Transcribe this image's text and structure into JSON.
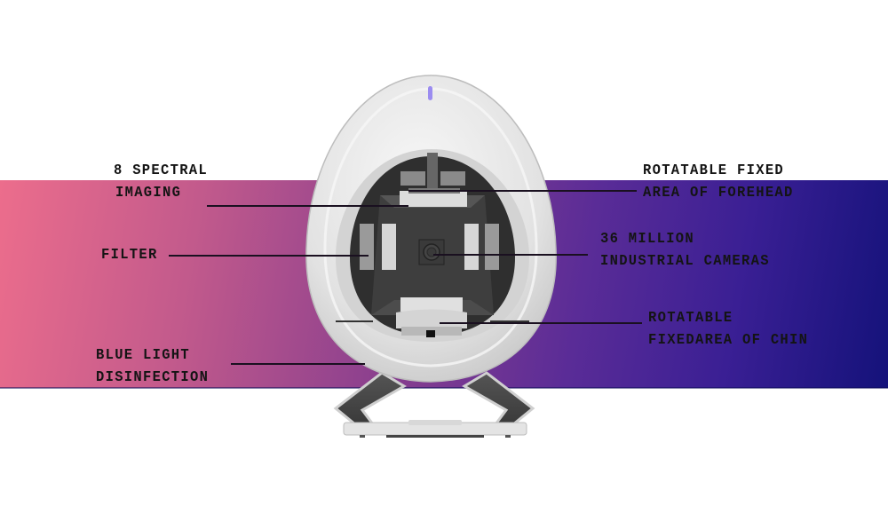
{
  "diagram": {
    "title": "Skin analyzer device feature callouts",
    "background_band": {
      "gradient_start": "#ec6d8c",
      "gradient_mid": "#8a3f8e",
      "gradient_end": "#14127a"
    },
    "device": {
      "shell_color": "#e6e6e6",
      "cavity_color": "#3a3a3a",
      "indicator_color": "#9b8cf0"
    },
    "labels": {
      "spectral_imaging": {
        "line1": "8 SPECTRAL",
        "line2": "IMAGING"
      },
      "filter": {
        "line1": "FILTER"
      },
      "blue_light": {
        "line1": "BLUE LIGHT",
        "line2": "DISINFECTION"
      },
      "forehead": {
        "line1": "ROTATABLE FIXED",
        "line2": "AREA OF FOREHEAD"
      },
      "cameras": {
        "line1": "36 MILLION",
        "line2": "INDUSTRIAL CAMERAS"
      },
      "chin": {
        "line1": "ROTATABLE",
        "line2": "FIXEDAREA OF CHIN"
      }
    }
  }
}
